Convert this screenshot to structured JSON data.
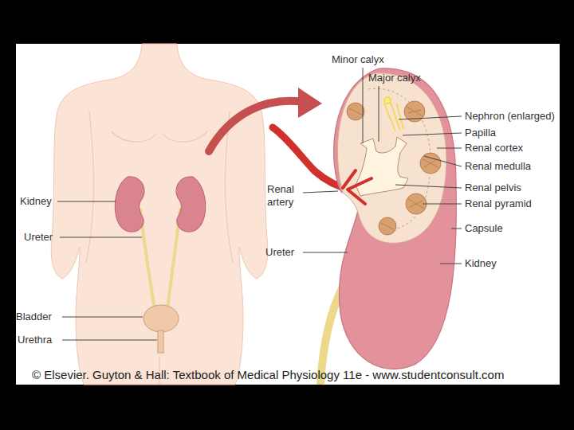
{
  "diagram": {
    "caption": "© Elsevier. Guyton & Hall: Textbook of Medical Physiology 11e - www.studentconsult.com",
    "labels": [
      "Kidney",
      "Ureter",
      "Bladder",
      "Urethra",
      "Minor calyx",
      "Major calyx",
      "Nephron (enlarged)",
      "Papilla",
      "Renal cortex",
      "Renal medulla",
      "Renal artery",
      "Renal pelvis",
      "Renal pyramid",
      "Ureter",
      "Capsule",
      "Kidney"
    ]
  }
}
